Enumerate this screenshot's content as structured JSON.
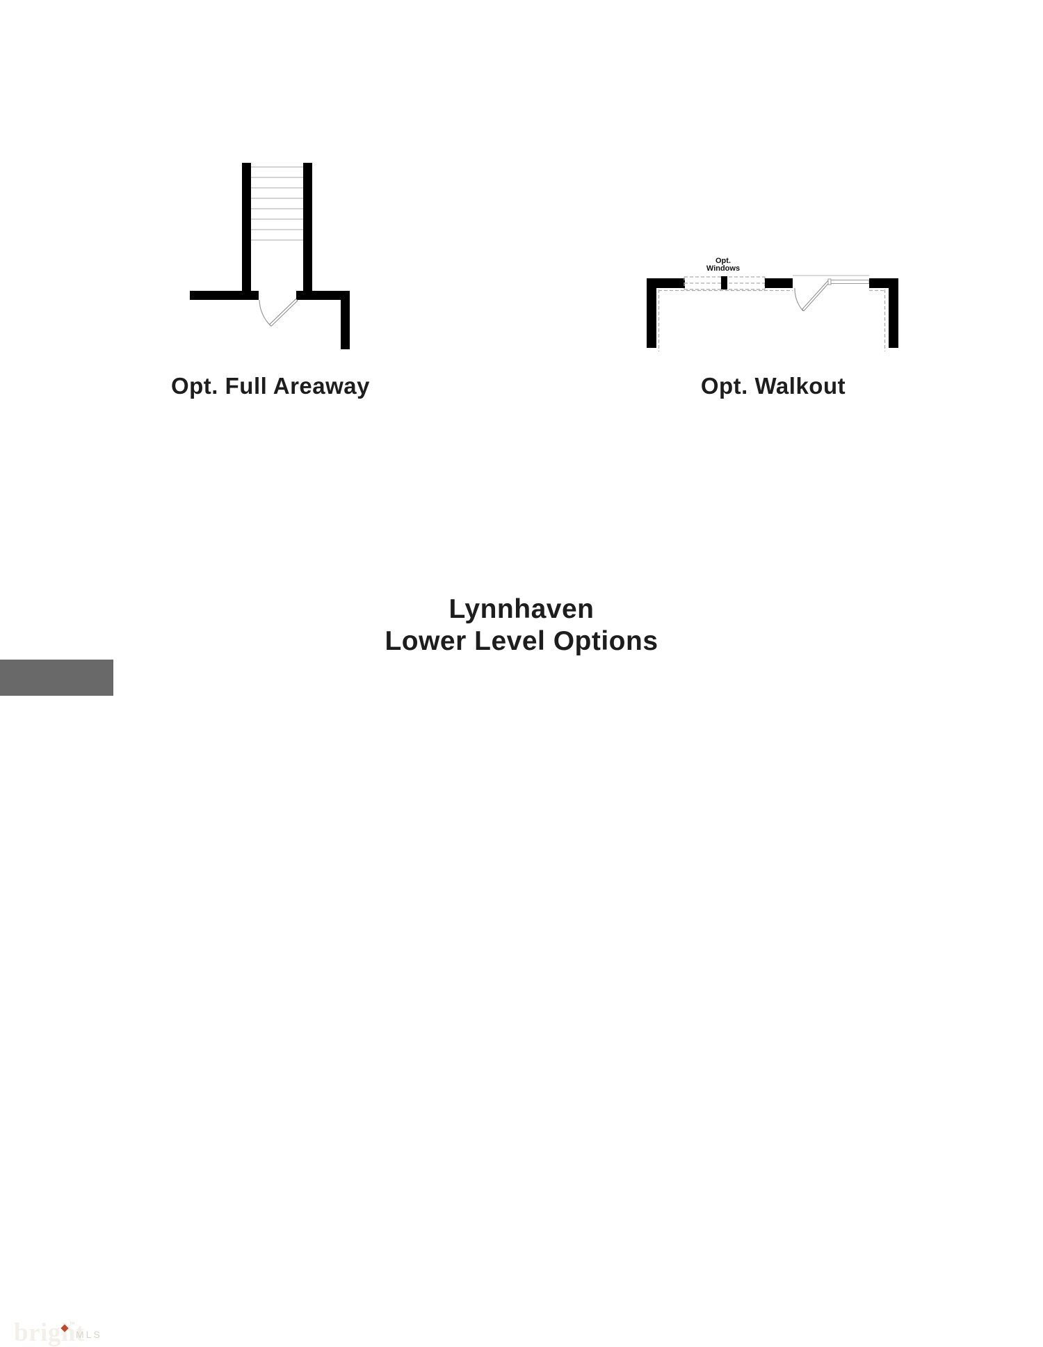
{
  "diagrams": {
    "areaway": {
      "label": "Opt. Full Areaway"
    },
    "walkout": {
      "label": "Opt. Walkout",
      "windows_note": {
        "line1": "Opt.",
        "line2": "Windows"
      }
    }
  },
  "title": {
    "line1": "Lynnhaven",
    "line2": "Lower Level Options"
  },
  "logo": {
    "brand": "bright",
    "trademark": "™",
    "suffix": "MLS"
  },
  "colors": {
    "background": "#ffffff",
    "wall": "#000000",
    "tread": "#a9a9a9",
    "dashed": "#aaaaaa",
    "text": "#1d1d1d",
    "logo_background": "#696969",
    "logo_diamond": "#bf4a2d"
  }
}
